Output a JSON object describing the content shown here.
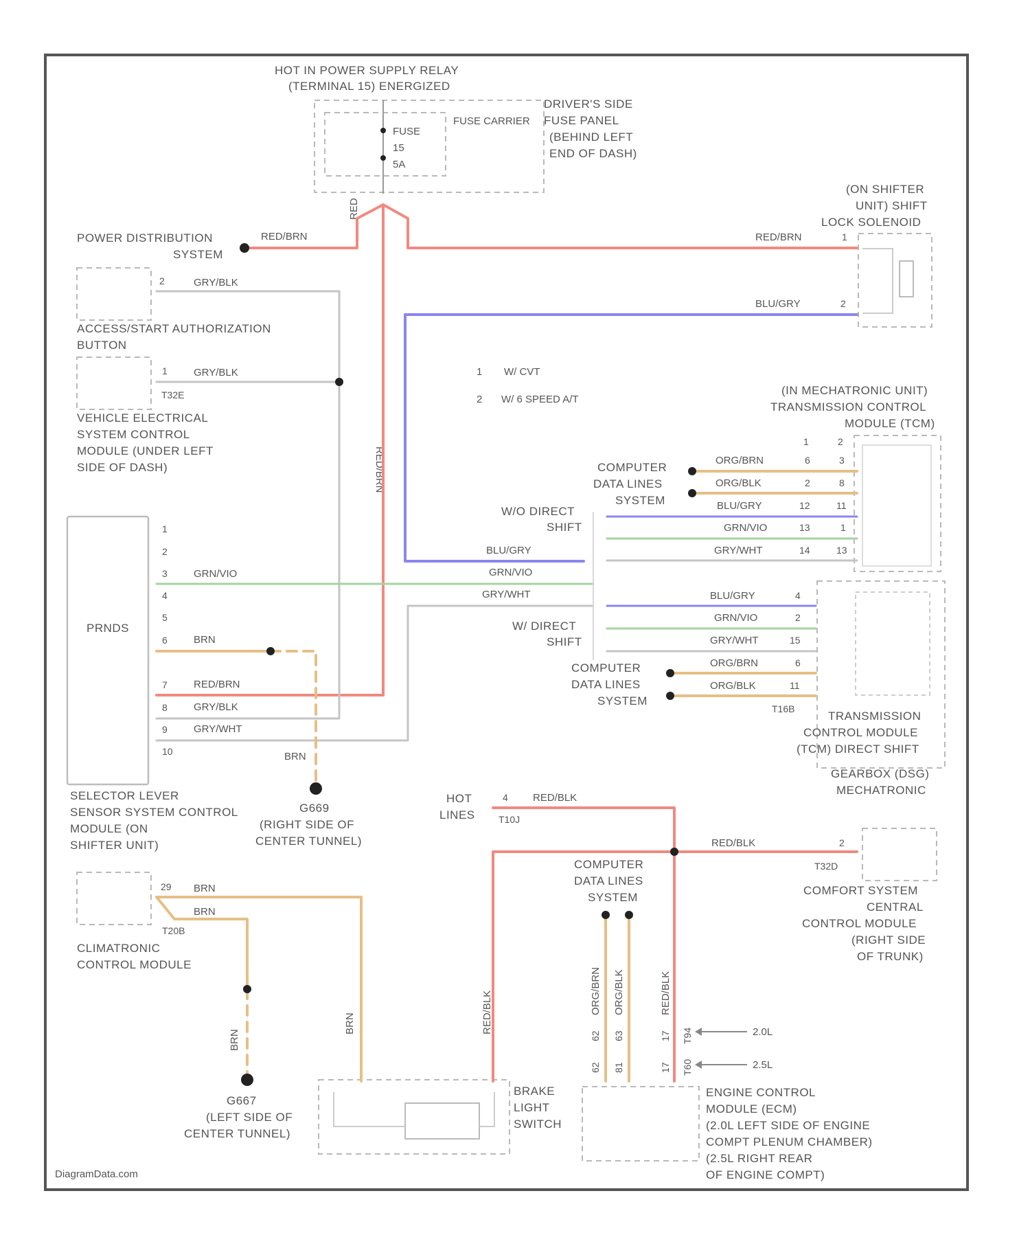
{
  "colors": {
    "red": "#f08a80",
    "blue": "#8a86f0",
    "green": "#a6d4a0",
    "gray": "#c4c4c4",
    "orange": "#e6bf86",
    "frame": "#555555"
  },
  "hot_relay": [
    "HOT IN POWER SUPPLY RELAY",
    "(TERMINAL 15) ENERGIZED"
  ],
  "fuse": {
    "name": "FUSE",
    "number": "15",
    "rating": "5A",
    "carrier": "FUSE CARRIER"
  },
  "fuse_panel": [
    "DRIVER'S SIDE",
    "FUSE PANEL",
    "(BEHIND LEFT",
    "END OF DASH)"
  ],
  "fuse_wire": "RED",
  "power_distribution": {
    "lines": [
      "POWER DISTRIBUTION",
      "SYSTEM"
    ],
    "wire": "RED/BRN"
  },
  "shift_lock": {
    "lines": [
      "(ON SHIFTER",
      "UNIT) SHIFT",
      "LOCK SOLENOID"
    ],
    "wire1": "RED/BRN",
    "pin1": "1",
    "wire2": "BLU/GRY",
    "pin2": "2"
  },
  "access_button": {
    "lines": [
      "ACCESS/START AUTHORIZATION",
      "BUTTON"
    ],
    "pin": "2",
    "wire": "GRY/BLK"
  },
  "vecm": {
    "lines": [
      "VEHICLE ELECTRICAL",
      "SYSTEM CONTROL",
      "MODULE (UNDER LEFT",
      "SIDE OF DASH)"
    ],
    "pin": "1",
    "connector": "T32E",
    "wire": "GRY/BLK"
  },
  "vertical_red_label": "RED/BRN",
  "legend": [
    {
      "num": "1",
      "text": "W/ CVT"
    },
    {
      "num": "2",
      "text": "W/ 6 SPEED A/T"
    }
  ],
  "tcm_mech": {
    "lines": [
      "(IN MECHATRONIC UNIT)",
      "TRANSMISSION CONTROL",
      "MODULE (TCM)"
    ],
    "col1": "1",
    "col2": "2"
  },
  "cdl": [
    "COMPUTER",
    "DATA LINES",
    "SYSTEM"
  ],
  "tcm_wires": [
    {
      "wire": "ORG/BRN",
      "p1": "6",
      "p2": "3"
    },
    {
      "wire": "ORG/BLK",
      "p1": "2",
      "p2": "8"
    },
    {
      "wire": "BLU/GRY",
      "p1": "12",
      "p2": "11"
    },
    {
      "wire": "GRN/VIO",
      "p1": "13",
      "p2": "1"
    },
    {
      "wire": "GRY/WHT",
      "p1": "14",
      "p2": "13"
    }
  ],
  "wo_direct_shift": [
    "W/O DIRECT",
    "SHIFT"
  ],
  "w_direct_shift": [
    "W/ DIRECT",
    "SHIFT"
  ],
  "mid_wires": [
    "BLU/GRY",
    "GRN/VIO",
    "GRY/WHT"
  ],
  "dsg_wires": [
    {
      "wire": "BLU/GRY",
      "pin": "4"
    },
    {
      "wire": "GRN/VIO",
      "pin": "2"
    },
    {
      "wire": "GRY/WHT",
      "pin": "15"
    },
    {
      "wire": "ORG/BRN",
      "pin": "6"
    },
    {
      "wire": "ORG/BLK",
      "pin": "11"
    }
  ],
  "dsg_connector": "T16B",
  "tcm_dsg": {
    "lines": [
      "TRANSMISSION",
      "CONTROL MODULE",
      "(TCM) DIRECT SHIFT",
      "GEARBOX (DSG)",
      "MECHATRONIC"
    ]
  },
  "prnds": {
    "name": "PRNDS",
    "pins": [
      "1",
      "2",
      "3",
      "4",
      "5",
      "6",
      "7",
      "8",
      "9",
      "10"
    ],
    "wires": {
      "p3": "GRN/VIO",
      "p6": "BRN",
      "p7": "RED/BRN",
      "p8": "GRY/BLK",
      "p9": "GRY/WHT"
    },
    "lines": [
      "SELECTOR LEVER",
      "SENSOR SYSTEM CONTROL",
      "MODULE (ON",
      "SHIFTER UNIT)"
    ]
  },
  "g_right": {
    "wire": "BRN",
    "lines": [
      "G669",
      "(RIGHT SIDE OF",
      "CENTER TUNNEL)"
    ]
  },
  "hot_lines": {
    "lines": [
      "HOT",
      "LINES"
    ],
    "pin": "4",
    "connector": "T10J",
    "wire": "RED/BLK"
  },
  "comfort": {
    "pin": "2",
    "connector": "T32D",
    "wire": "RED/BLK",
    "lines": [
      "COMFORT SYSTEM",
      "CENTRAL",
      "CONTROL MODULE",
      "(RIGHT SIDE",
      "OF TRUNK)"
    ]
  },
  "climatronic": {
    "pin": "29",
    "wire1": "BRN",
    "wire2": "BRN",
    "connector": "T20B",
    "lines": [
      "CLIMATRONIC",
      "CONTROL MODULE"
    ]
  },
  "g_left": {
    "wire": "BRN",
    "lines": [
      "G667",
      "(LEFT SIDE OF",
      "CENTER TUNNEL)"
    ]
  },
  "brake_switch": {
    "lines": [
      "BRAKE",
      "LIGHT",
      "SWITCH"
    ],
    "wire_brn": "BRN",
    "wire_red": "RED/BLK"
  },
  "cdl_bottom": [
    "COMPUTER",
    "DATA LINES",
    "SYSTEM"
  ],
  "ecm_wires": [
    "ORG/BRN",
    "ORG/BLK",
    "RED/BLK"
  ],
  "ecm_pins": {
    "row1": [
      "62",
      "63",
      "17"
    ],
    "row2": [
      "62",
      "81",
      "17"
    ],
    "tag1": "T94",
    "tag2": "T60"
  },
  "engine_notes": [
    "2.0L",
    "2.5L"
  ],
  "ecm": {
    "lines": [
      "ENGINE CONTROL",
      "MODULE (ECM)",
      "(2.0L LEFT SIDE OF ENGINE",
      "COMPT PLENUM CHAMBER)",
      "(2.5L RIGHT REAR",
      "OF ENGINE COMPT)"
    ]
  },
  "watermark": "DiagramData.com"
}
